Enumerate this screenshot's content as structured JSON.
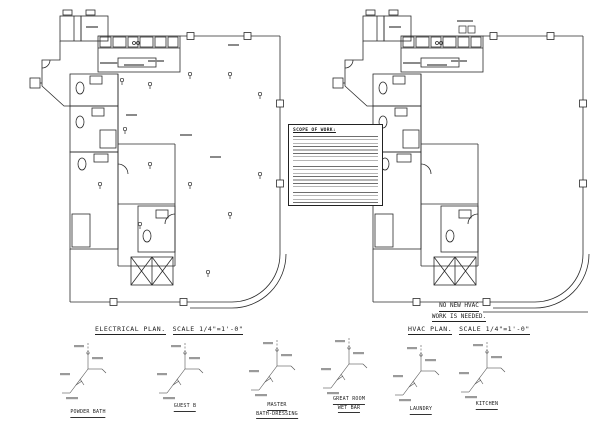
{
  "sheet": {
    "electrical_plan": {
      "title": "ELECTRICAL PLAN.",
      "scale": "SCALE 1/4\"=1'-0\""
    },
    "hvac_plan": {
      "title": "HVAC PLAN.",
      "scale": "SCALE 1/4\"=1'-0\"",
      "note_line1": "NO NEW HVAC",
      "note_line2": "WORK IS NEEDED."
    },
    "scope_of_work": {
      "heading": "SCOPE OF WORK:"
    },
    "risers": [
      {
        "line1": "POWDER BATH",
        "line2": ""
      },
      {
        "line1": "GUEST B",
        "line2": ""
      },
      {
        "line1": "MASTER",
        "line2": "BATH-DRESSING"
      },
      {
        "line1": "GREAT ROOM",
        "line2": "WET BAR"
      },
      {
        "line1": "LAUNDRY",
        "line2": ""
      },
      {
        "line1": "KITCHEN",
        "line2": ""
      }
    ]
  }
}
